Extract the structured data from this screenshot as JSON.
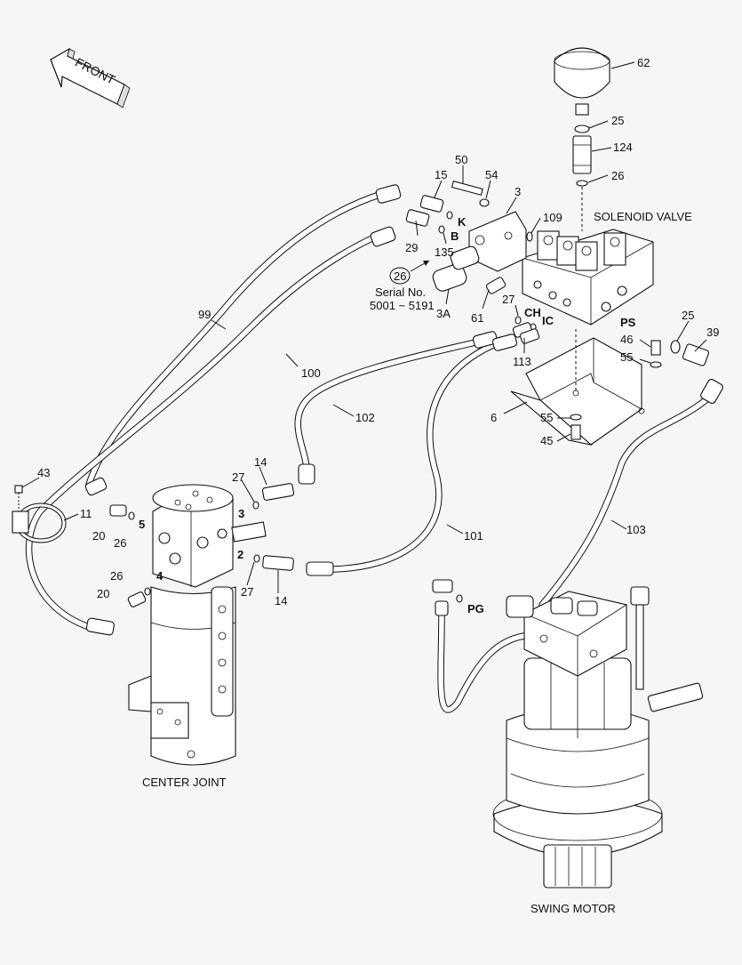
{
  "direction_label": "FRONT",
  "captions": {
    "solenoid_valve": "SOLENOID VALVE",
    "center_joint": "CENTER JOINT",
    "swing_motor": "SWING MOTOR"
  },
  "serial_note": {
    "ref": "26",
    "line1": "Serial No.",
    "line2": "5001 ~ 5191"
  },
  "part_numbers": {
    "p62": "62",
    "p25a": "25",
    "p124": "124",
    "p26a": "26",
    "p50": "50",
    "p54": "54",
    "p3": "3",
    "p15": "15",
    "p109": "109",
    "p29": "29",
    "p135": "135",
    "p3A": "3A",
    "p61": "61",
    "p27a": "27",
    "p113": "113",
    "p25b": "25",
    "p39": "39",
    "p46": "46",
    "p55a": "55",
    "p6": "6",
    "p55b": "55",
    "p45": "45",
    "p99": "99",
    "p100": "100",
    "p102": "102",
    "p101": "101",
    "p103": "103",
    "p43": "43",
    "p11": "11",
    "p20a": "20",
    "p26b": "26",
    "p14a": "14",
    "p27b": "27",
    "p27c": "27",
    "p14b": "14",
    "p26c": "26",
    "p20b": "20"
  },
  "port_labels": {
    "K": "K",
    "B": "B",
    "CH": "CH",
    "IC": "IC",
    "PS": "PS",
    "PG": "PG",
    "port5": "5",
    "port3": "3",
    "port2": "2",
    "port4": "4"
  }
}
